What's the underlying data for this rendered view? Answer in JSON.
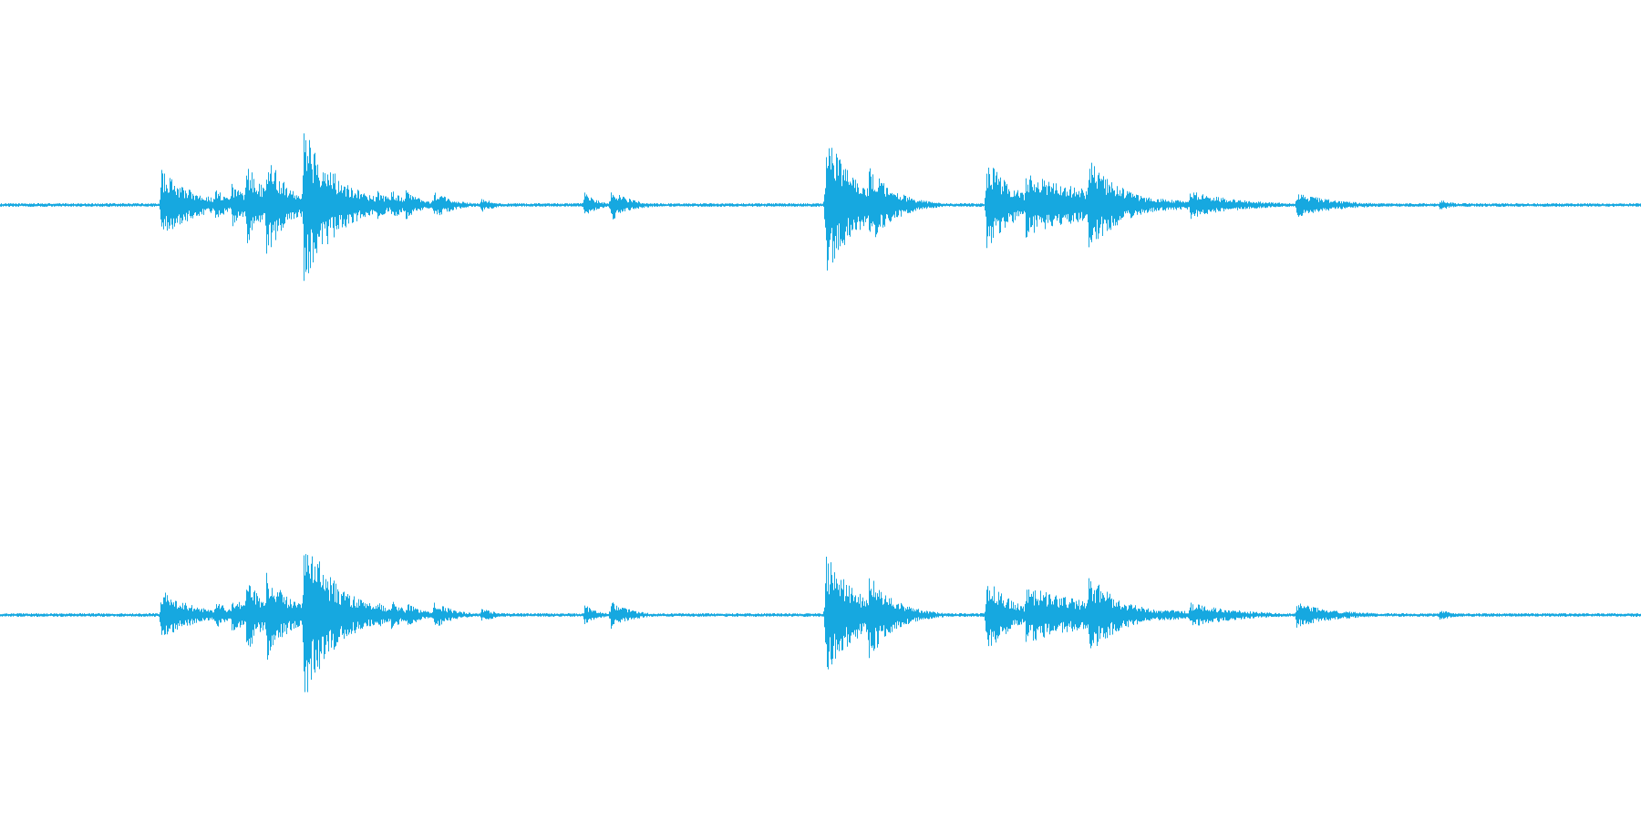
{
  "waveform": {
    "color": "#16a8e0",
    "duration": 1.0,
    "channels": [
      {
        "events": [
          {
            "t": 0.0,
            "amp": 0.01,
            "decay": 1.0
          },
          {
            "t": 0.098,
            "amp": 0.2,
            "decay": 0.02
          },
          {
            "t": 0.131,
            "amp": 0.095,
            "decay": 0.01
          },
          {
            "t": 0.141,
            "amp": 0.13,
            "decay": 0.01
          },
          {
            "t": 0.15,
            "amp": 0.26,
            "decay": 0.012
          },
          {
            "t": 0.162,
            "amp": 0.3,
            "decay": 0.014
          },
          {
            "t": 0.185,
            "amp": 0.45,
            "decay": 0.02
          },
          {
            "t": 0.23,
            "amp": 0.08,
            "decay": 0.01
          },
          {
            "t": 0.238,
            "amp": 0.09,
            "decay": 0.01
          },
          {
            "t": 0.247,
            "amp": 0.085,
            "decay": 0.01
          },
          {
            "t": 0.264,
            "amp": 0.08,
            "decay": 0.012
          },
          {
            "t": 0.293,
            "amp": 0.04,
            "decay": 0.01
          },
          {
            "t": 0.356,
            "amp": 0.07,
            "decay": 0.008
          },
          {
            "t": 0.372,
            "amp": 0.09,
            "decay": 0.012
          },
          {
            "t": 0.503,
            "amp": 0.39,
            "decay": 0.02
          },
          {
            "t": 0.529,
            "amp": 0.24,
            "decay": 0.015
          },
          {
            "t": 0.601,
            "amp": 0.27,
            "decay": 0.016
          },
          {
            "t": 0.625,
            "amp": 0.18,
            "decay": 0.05
          },
          {
            "t": 0.663,
            "amp": 0.27,
            "decay": 0.02
          },
          {
            "t": 0.725,
            "amp": 0.08,
            "decay": 0.03
          },
          {
            "t": 0.79,
            "amp": 0.07,
            "decay": 0.025
          },
          {
            "t": 0.877,
            "amp": 0.03,
            "decay": 0.01
          }
        ]
      },
      {
        "events": [
          {
            "t": 0.0,
            "amp": 0.01,
            "decay": 1.0
          },
          {
            "t": 0.098,
            "amp": 0.14,
            "decay": 0.02
          },
          {
            "t": 0.131,
            "amp": 0.085,
            "decay": 0.01
          },
          {
            "t": 0.141,
            "amp": 0.115,
            "decay": 0.01
          },
          {
            "t": 0.15,
            "amp": 0.21,
            "decay": 0.012
          },
          {
            "t": 0.162,
            "amp": 0.26,
            "decay": 0.014
          },
          {
            "t": 0.185,
            "amp": 0.48,
            "decay": 0.02
          },
          {
            "t": 0.23,
            "amp": 0.075,
            "decay": 0.01
          },
          {
            "t": 0.238,
            "amp": 0.085,
            "decay": 0.01
          },
          {
            "t": 0.247,
            "amp": 0.075,
            "decay": 0.01
          },
          {
            "t": 0.264,
            "amp": 0.08,
            "decay": 0.012
          },
          {
            "t": 0.293,
            "amp": 0.04,
            "decay": 0.01
          },
          {
            "t": 0.356,
            "amp": 0.06,
            "decay": 0.008
          },
          {
            "t": 0.372,
            "amp": 0.08,
            "decay": 0.012
          },
          {
            "t": 0.503,
            "amp": 0.34,
            "decay": 0.02
          },
          {
            "t": 0.529,
            "amp": 0.26,
            "decay": 0.015
          },
          {
            "t": 0.601,
            "amp": 0.22,
            "decay": 0.016
          },
          {
            "t": 0.625,
            "amp": 0.16,
            "decay": 0.05
          },
          {
            "t": 0.663,
            "amp": 0.23,
            "decay": 0.02
          },
          {
            "t": 0.725,
            "amp": 0.07,
            "decay": 0.03
          },
          {
            "t": 0.79,
            "amp": 0.07,
            "decay": 0.025
          },
          {
            "t": 0.877,
            "amp": 0.03,
            "decay": 0.01
          }
        ]
      }
    ]
  }
}
